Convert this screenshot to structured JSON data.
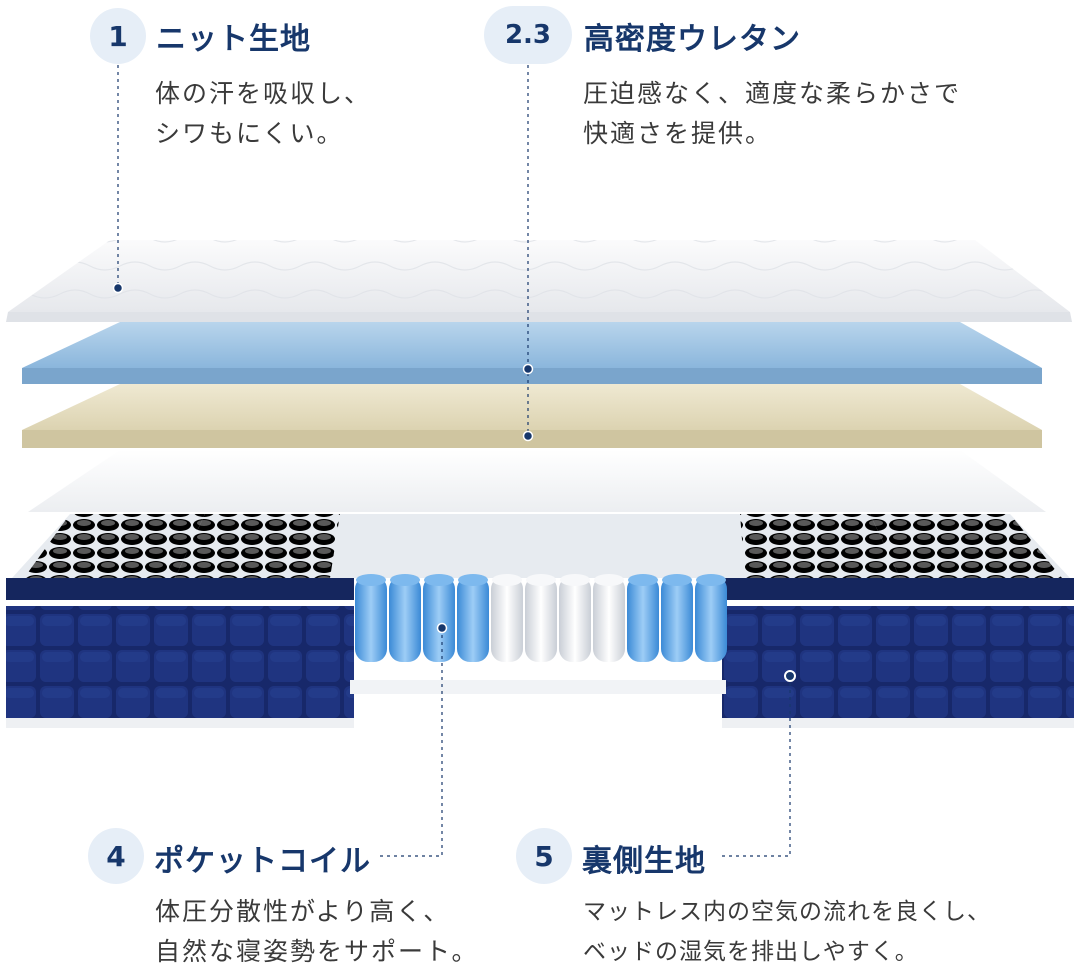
{
  "callouts": [
    {
      "number": "1",
      "title": "ニット生地",
      "lines": [
        "体の汗を吸収し、",
        "シワもにくい。"
      ]
    },
    {
      "number": "2.3",
      "title": "高密度ウレタン",
      "lines": [
        "圧迫感なく、適度な柔らかさで",
        "快適さを提供。"
      ]
    },
    {
      "number": "4",
      "title": "ポケットコイル",
      "lines": [
        "体圧分散性がより高く、",
        "自然な寝姿勢をサポート。"
      ]
    },
    {
      "number": "5",
      "title": "裏側生地",
      "lines": [
        "マットレス内の空気の流れを良くし、",
        "ベッドの湿気を排出しやすく。"
      ]
    }
  ],
  "colors": {
    "accent": "#17376b",
    "badge_bg": "#e6eef7",
    "knit": "#f4f5f7",
    "foam_blue": "#9fc4e3",
    "foam_beige": "#e8e1c6",
    "border_navy": "#16265f",
    "coil_blue": "#5aa3e3",
    "coil_white": "#eef1f5"
  }
}
